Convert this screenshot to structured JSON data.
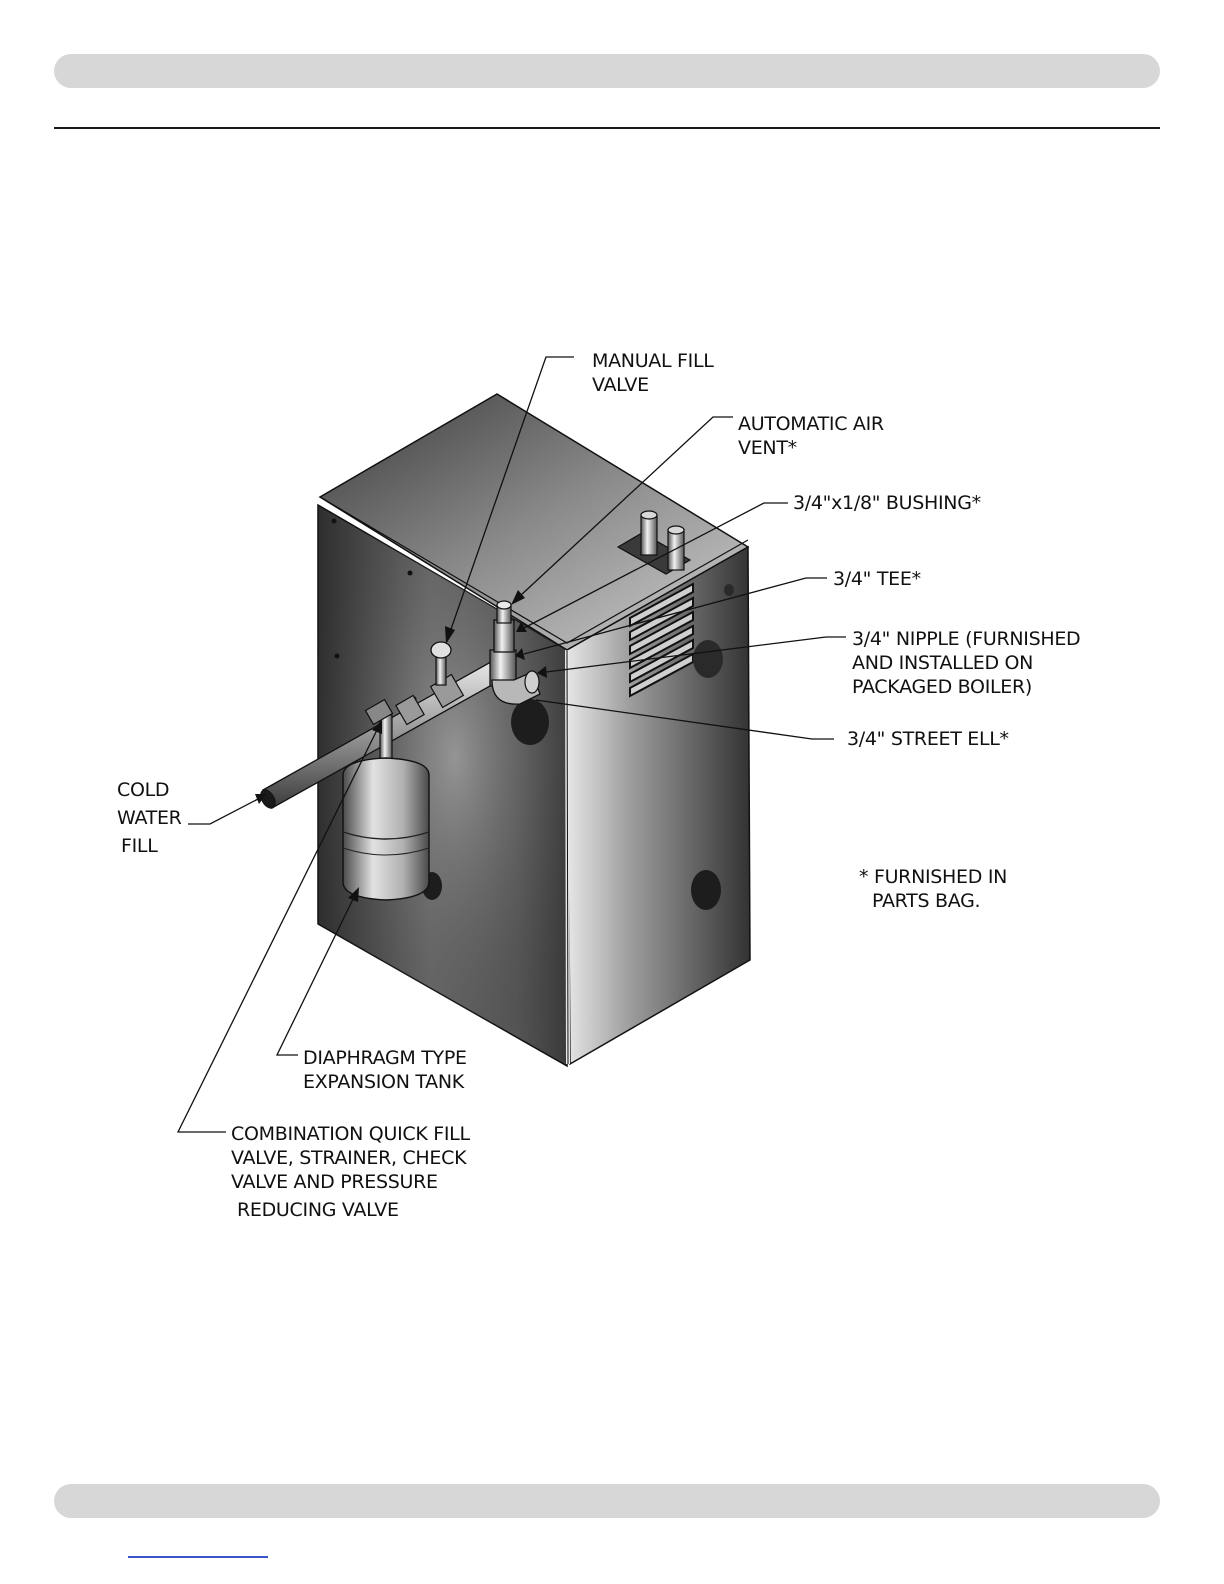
{
  "labels": {
    "manual_fill_valve": [
      "MANUAL FILL",
      "VALVE"
    ],
    "automatic_air_vent": [
      "AUTOMATIC AIR",
      "VENT*"
    ],
    "bushing": [
      "3/4\"x1/8\" BUSHING*"
    ],
    "tee": [
      "3/4\" TEE*"
    ],
    "nipple": [
      "3/4\" NIPPLE (FURNISHED",
      "AND INSTALLED ON",
      "PACKAGED BOILER)"
    ],
    "street_ell": [
      "3/4\" STREET ELL*"
    ],
    "cold_water_fill": [
      "COLD",
      "WATER",
      "FILL"
    ],
    "furnished_note": [
      "* FURNISHED IN",
      "PARTS BAG."
    ],
    "expansion_tank": [
      "DIAPHRAGM TYPE",
      "EXPANSION TANK"
    ],
    "combination_valve": [
      "COMBINATION QUICK FILL",
      "VALVE, STRAINER, CHECK",
      "VALVE AND PRESSURE",
      "REDUCING VALVE"
    ]
  },
  "colors": {
    "header_bar": "#d7d7d7",
    "rule": "#1a1a1a",
    "link": "#3a56c8"
  }
}
